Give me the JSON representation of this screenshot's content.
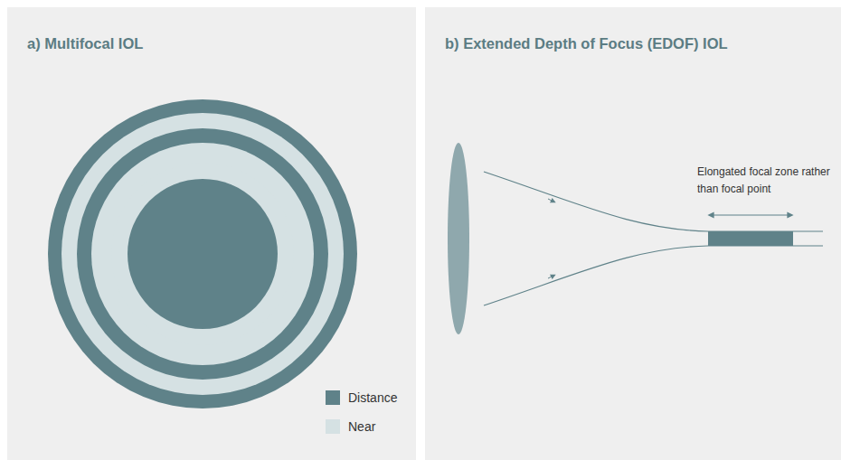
{
  "diagram": {
    "nodes": [
      {
        "text": [
          "a) Multifocal IOL"
        ]
      },
      {
        "text": [
          "b) Extended Depth of Focus (EDOF) IOL"
        ]
      }
    ],
    "labels": [
      "Elongated focal zone rather than focal point"
    ],
    "legend": [
      {
        "text": "Distance",
        "color": "#5f8289"
      },
      {
        "text": "Near",
        "color": "#d5e1e3"
      }
    ]
  }
}
